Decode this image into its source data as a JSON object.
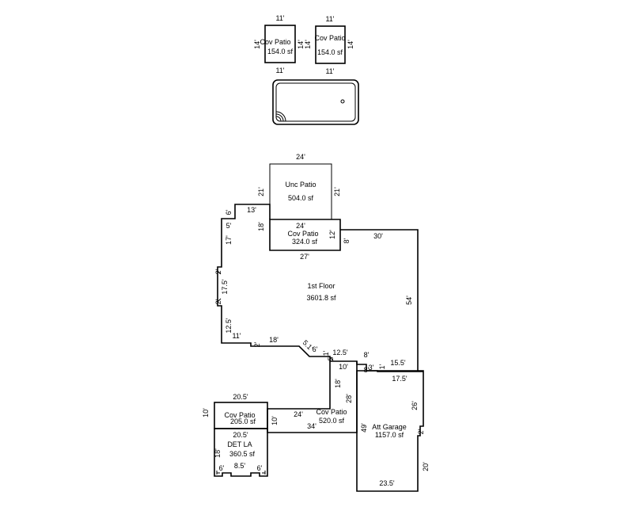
{
  "areas": {
    "cov_patio_1": {
      "name": "Cov Patio",
      "area": "154.0 sf"
    },
    "cov_patio_2": {
      "name": "Cov Patio",
      "area": "154.0 sf"
    },
    "unc_patio": {
      "name": "Unc Patio",
      "area": "504.0 sf"
    },
    "cov_patio_3": {
      "name": "Cov Patio",
      "area": "324.0 sf"
    },
    "first_floor": {
      "name": "1st Floor",
      "area": "3601.8 sf"
    },
    "cov_patio_4": {
      "name": "Cov Patio",
      "area": "205.0 sf"
    },
    "cov_patio_5": {
      "name": "Cov Patio",
      "area": "520.0 sf"
    },
    "det_la": {
      "name": "DET LA",
      "area": "360.5 sf"
    },
    "att_garage": {
      "name": "Att Garage",
      "area": "1157.0 sf"
    }
  },
  "dimensions": {
    "p1_top": "11'",
    "p1_left": "14'",
    "p1_right": "14'",
    "p1_bottom": "11'",
    "p2_top": "11'",
    "p2_left": "14'",
    "p2_right": "14'",
    "p2_bottom": "11'",
    "unc_top": "24'",
    "unc_left": "21'",
    "unc_right": "21'",
    "cp3_top": "24'",
    "cp3_left": "18'",
    "cp3_right": "12'",
    "cp3_bottom": "27'",
    "ff_6": "6'",
    "ff_13": "13'",
    "ff_5": "5'",
    "ff_17": "17'",
    "ff_2a": "2'",
    "ff_175": "17.5'",
    "ff_2b": "2'",
    "ff_125": "12.5'",
    "ff_11": "11'",
    "ff_2c": "2'",
    "ff_18": "18'",
    "ff_51": "5.1'",
    "ff_6b": "6'",
    "ff_125b": "12.5'",
    "ff_1": "1'",
    "ff_5b": "5'",
    "ff_8": "8'",
    "ff_30": "30'",
    "ff_54": "54'",
    "g_8a": "8'",
    "g_8b": "8'",
    "g_3": "3'",
    "g_1": "1'",
    "g_155": "15.5'",
    "g_10": "10'",
    "g_175": "17.5'",
    "g_26": "26'",
    "g_2": "2'",
    "g_20": "20'",
    "g_49": "49'",
    "g_235": "23.5'",
    "g_18": "18'",
    "g_28": "28'",
    "c5_24": "24'",
    "c5_10": "10'",
    "c5_34": "34'",
    "c4_205": "20.5'",
    "c4_10": "10'",
    "d_205": "20.5'",
    "d_18": "18'",
    "d_6a": "6'",
    "d_85": "8.5'",
    "d_6b": "6'"
  }
}
